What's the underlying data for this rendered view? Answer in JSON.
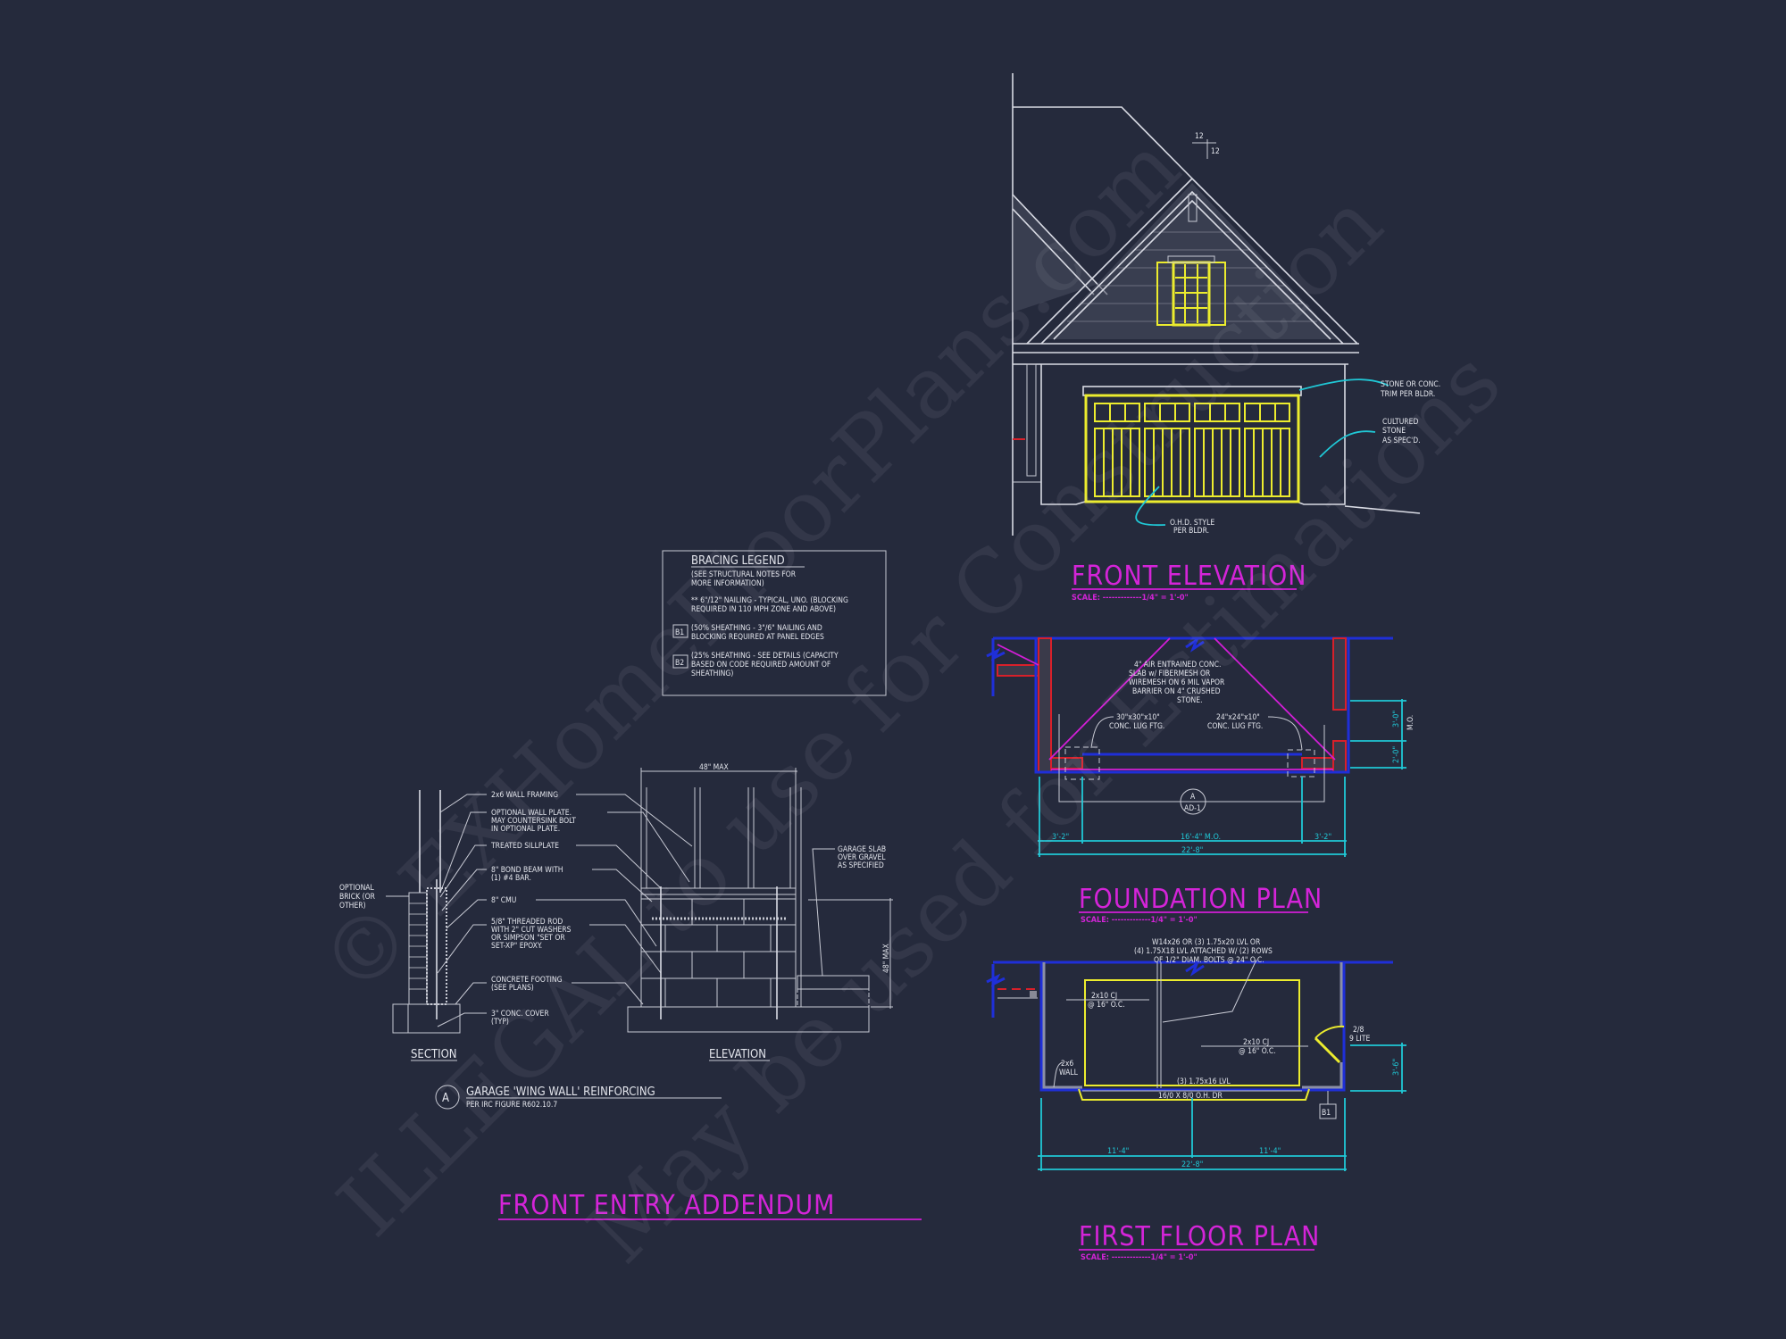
{
  "sheet": {
    "background": "#252a3c",
    "colors": {
      "linework": "#d9dbe4",
      "garage_door": "#ecec2e",
      "dimensions": "#20c8d6",
      "titles": "#d424d8",
      "walls_plan": "#1f2fd8",
      "section_fill": "#d8202a"
    }
  },
  "watermark": {
    "line1": "© EXHomeFloorPlans.com",
    "line2": "ILLEGAL to use for Construction",
    "line3": "May be used for Estimations"
  },
  "front_elevation": {
    "title": "FRONT ELEVATION",
    "scale": "SCALE: -------------1/4\" = 1'-0\"",
    "pitch": {
      "rise": "12",
      "run": "12"
    },
    "notes": {
      "trim": [
        "STONE OR CONC.",
        "TRIM PER BLDR."
      ],
      "stone": [
        "CULTURED",
        "STONE",
        "AS SPEC'D."
      ],
      "door": [
        "O.H.D. STYLE",
        "PER BLDR."
      ]
    }
  },
  "bracing_legend": {
    "title": "BRACING LEGEND",
    "subtitle": [
      "(SEE STRUCTURAL NOTES FOR",
      "MORE INFORMATION)"
    ],
    "items": [
      {
        "tag": "",
        "lines": [
          "** 6\"/12\" NAILING - TYPICAL, UNO. (BLOCKING",
          "REQUIRED IN 110 MPH ZONE AND ABOVE)"
        ]
      },
      {
        "tag": "B1",
        "lines": [
          "(50% SHEATHING - 3\"/6\" NAILING AND",
          "BLOCKING REQUIRED AT PANEL EDGES"
        ]
      },
      {
        "tag": "B2",
        "lines": [
          "(25% SHEATHING - SEE DETAILS (CAPACITY",
          "BASED ON CODE REQUIRED AMOUNT OF",
          "SHEATHING)"
        ]
      }
    ]
  },
  "foundation_plan": {
    "title": "FOUNDATION PLAN",
    "scale": "SCALE: -------------1/4\" = 1'-0\"",
    "slab_note": [
      "4\" AIR ENTRAINED CONC.",
      "SLAB w/ FIBERMESH OR",
      "WIREMESH ON 6 MIL VAPOR",
      "BARRIER ON 4\" CRUSHED",
      "STONE."
    ],
    "footing_left": [
      "30\"x30\"x10\"",
      "CONC. LUG FTG."
    ],
    "footing_right": [
      "24\"x24\"x10\"",
      "CONC. LUG FTG."
    ],
    "detail_tag": {
      "letter": "A",
      "sheet": "AD-1"
    },
    "dims": {
      "left": "3'-2\"",
      "center": "16'-4\" M.O.",
      "right": "3'-2\"",
      "overall": "22'-8\"",
      "v_upper": "3'-0\"",
      "v_lower": "2'-0\"",
      "v_label": "M.O."
    }
  },
  "first_floor_plan": {
    "title": "FIRST FLOOR PLAN",
    "scale": "SCALE: -------------1/4\" = 1'-0\"",
    "beam_note": [
      "W14x26 OR (3) 1.75x20 LVL OR",
      "(4) 1.75X18 LVL ATTACHED W/ (2) ROWS",
      "OF 1/2\" DIAM. BOLTS @ 24\" O.C."
    ],
    "cj_left": [
      "2x10 CJ",
      "@ 16\" O.C."
    ],
    "cj_right": [
      "2x10 CJ",
      "@ 16\" O.C."
    ],
    "wall": [
      "2x6",
      "WALL"
    ],
    "header": "(3) 1.75x16 LVL",
    "door": "16/0 X 8/0 O.H. DR",
    "side_door": [
      "2/8",
      "9 LITE"
    ],
    "bracing_tag": "B1",
    "dims": {
      "left": "11'-4\"",
      "right": "11'-4\"",
      "overall": "22'-8\"",
      "side": "3'-6\""
    }
  },
  "wing_wall_detail": {
    "section_label": "SECTION",
    "elevation_label": "ELEVATION",
    "callout_letter": "A",
    "title": "GARAGE 'WING WALL' REINFORCING",
    "subtitle": "PER IRC FIGURE R602.10.7",
    "width_dim": "48\" MAX",
    "height_dim": "48\" MAX",
    "left_note": [
      "OPTIONAL",
      "BRICK (OR",
      "OTHER)"
    ],
    "slab_note": [
      "GARAGE SLAB",
      "OVER GRAVEL",
      "AS SPECIFIED"
    ],
    "notes": [
      [
        "2x6 WALL FRAMING"
      ],
      [
        "OPTIONAL WALL PLATE.",
        "MAY COUNTERSINK BOLT",
        "IN OPTIONAL PLATE."
      ],
      [
        "TREATED SILLPLATE"
      ],
      [
        "8\" BOND BEAM WITH",
        "(1) #4 BAR."
      ],
      [
        "8\" CMU"
      ],
      [
        "5/8\" THREADED ROD",
        "WITH 2\" CUT WASHERS",
        "OR SIMPSON \"SET OR",
        "SET-XP\" EPOXY."
      ],
      [
        "CONCRETE FOOTING",
        "(SEE PLANS)"
      ],
      [
        "3\" CONC. COVER",
        "(TYP)"
      ]
    ]
  },
  "sheet_title": "FRONT ENTRY ADDENDUM"
}
